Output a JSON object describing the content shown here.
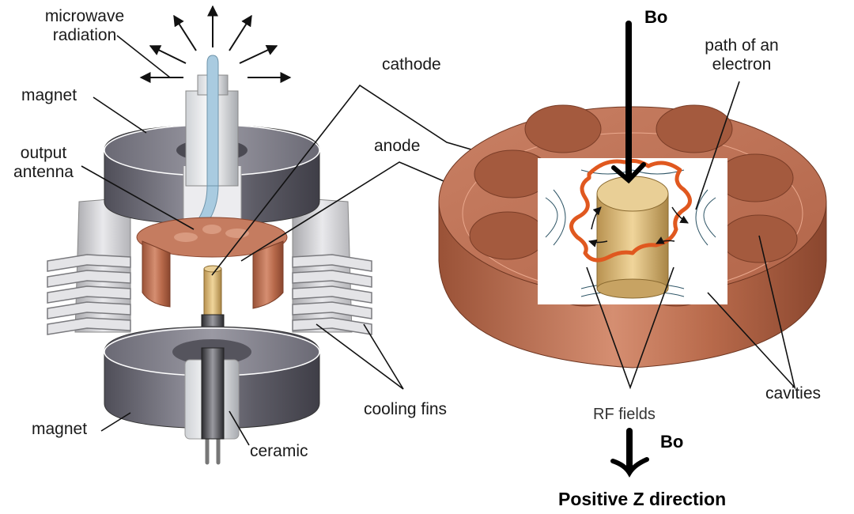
{
  "left_diagram": {
    "title": "Magnetron cutaway",
    "labels": {
      "microwave_radiation_1": "microwave",
      "microwave_radiation_2": "radiation",
      "magnet_top": "magnet",
      "output_antenna_1": "output",
      "output_antenna_2": "antenna",
      "cathode": "cathode",
      "anode": "anode",
      "cooling_fins": "cooling fins",
      "magnet_bottom": "magnet",
      "ceramic": "ceramic"
    }
  },
  "right_diagram": {
    "title": "Anode block with resonant cavities",
    "labels": {
      "bo_top": "Bo",
      "path_of_electron_1": "path of an",
      "path_of_electron_2": "electron",
      "cavities": "cavities",
      "rf_fields": "RF fields",
      "bo_bottom": "Bo",
      "positive_z": "Positive Z direction"
    }
  },
  "colors": {
    "copper": "#b86a4b",
    "copper_light": "#d9957a",
    "magnet_gray": "#6e6d78",
    "fin_gray": "#cfcfd2",
    "cathode_gold": "#d8b572",
    "antenna_blue": "#a9cbe0",
    "electron_path": "#e0581f",
    "field_lines": "#2e5566"
  }
}
